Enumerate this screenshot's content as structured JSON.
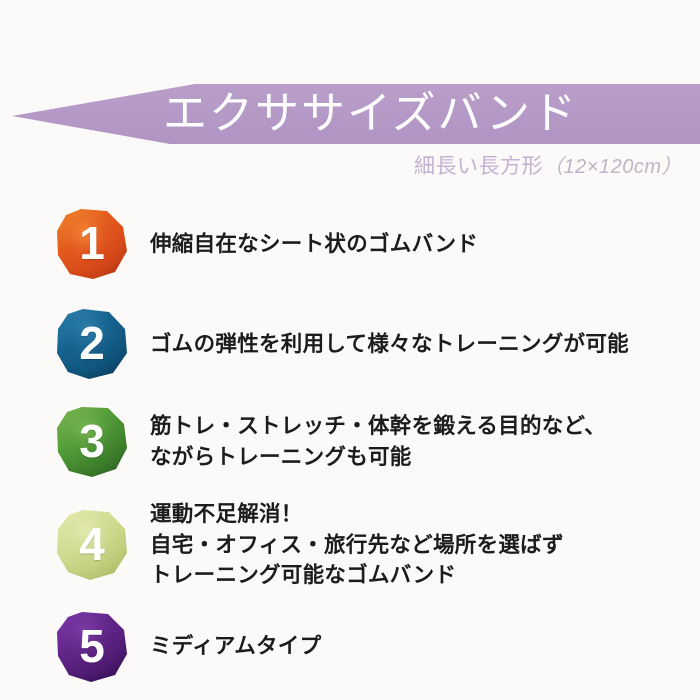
{
  "page": {
    "background_color": "#fbfaf8"
  },
  "header": {
    "banner": {
      "title": "エクササイズバンド",
      "fill_color": "#b69bc8",
      "text_color": "#ffffff"
    },
    "subtitle": {
      "main": "細長い長方形",
      "dimensions": "（12×120cm）",
      "color": "#c3b0d3"
    }
  },
  "features": [
    {
      "number": "1",
      "badge_color": "#e2581c",
      "badge_color_dark": "#c03a15",
      "badge_color_light": "#f28a2e",
      "lines": [
        "伸縮自在なシート状のゴムバンド"
      ]
    },
    {
      "number": "2",
      "badge_color": "#15628f",
      "badge_color_dark": "#0d4467",
      "badge_color_light": "#2f83b4",
      "lines": [
        "ゴムの弾性を利用して様々なトレーニングが可能"
      ]
    },
    {
      "number": "3",
      "badge_color": "#4c9434",
      "badge_color_dark": "#2f6b23",
      "badge_color_light": "#72b14b",
      "lines": [
        "筋トレ・ストレッチ・体幹を鍛える目的など、",
        "ながらトレーニングも可能"
      ]
    },
    {
      "number": "4",
      "badge_color": "#cdd88a",
      "badge_color_dark": "#aec068",
      "badge_color_light": "#e2e9ac",
      "lines": [
        "運動不足解消！",
        "自宅・オフィス・旅行先など場所を選ばず",
        "トレーニング可能なゴムバンド"
      ]
    },
    {
      "number": "5",
      "badge_color": "#5b2282",
      "badge_color_dark": "#3f1160",
      "badge_color_light": "#7a37a6",
      "lines": [
        "ミディアムタイプ"
      ]
    }
  ]
}
